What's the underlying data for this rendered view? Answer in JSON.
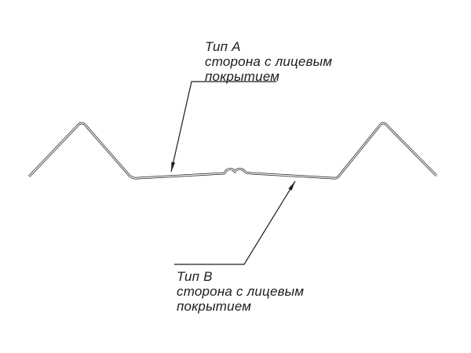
{
  "labels": {
    "a": {
      "title": "Тип А",
      "line1": "сторона с лицевым",
      "line2": "покрытием"
    },
    "b": {
      "title": "Тип В",
      "line1": "сторона с лицевым",
      "line2": "покрытием"
    }
  },
  "icons": {
    "arrowhead": "leader-arrow"
  },
  "colors": {
    "line": "#1d1d1d",
    "background": "#ffffff"
  }
}
